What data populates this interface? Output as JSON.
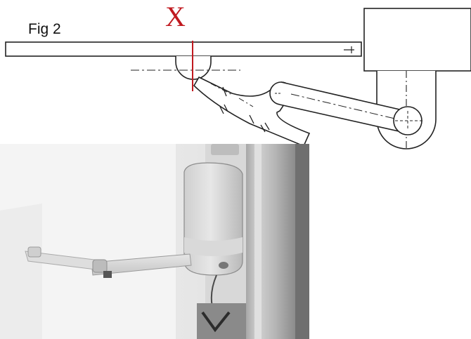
{
  "figure": {
    "label": "Fig 2",
    "marker": "X",
    "marker_color": "#c0191f"
  },
  "diagram": {
    "parts": [
      "gate-leaf",
      "post-bracket",
      "motor-housing",
      "front-bracket",
      "straight-arm",
      "curved-arm",
      "hinge-line"
    ]
  },
  "photo": {
    "subject": "installed-gate-opener-photo",
    "parts": [
      "motor-cover",
      "straight-arm",
      "curved-arm",
      "gate-post"
    ]
  }
}
